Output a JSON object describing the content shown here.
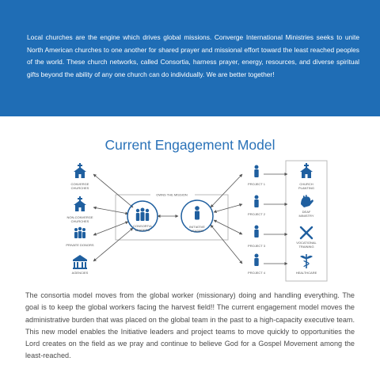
{
  "intro": {
    "text": "Local churches are the engine which drives global missions. Converge International Ministries seeks to unite North American churches to one another for shared prayer and missional effort toward the least reached peoples of the world. These church networks, called Consortia, harness prayer, energy, resources, and diverse spiritual gifts beyond the ability of any one church can do individually. We are better together!"
  },
  "diagram": {
    "title": "Current Engagement Model",
    "mission_label": "OWNS THE MISSION",
    "sources": [
      {
        "label_1": "CONVERGE",
        "label_2": "CHURCHES",
        "icon": "church-icon"
      },
      {
        "label_1": "NON-CONVERGE",
        "label_2": "CHURCHES",
        "icon": "church-icon"
      },
      {
        "label_1": "PRIVATE DONORS",
        "label_2": "",
        "icon": "donors-group-icon"
      },
      {
        "label_1": "AGENCIES",
        "label_2": "",
        "icon": "agency-building-icon"
      }
    ],
    "consortia": {
      "label_1": "CONSORTIA",
      "label_2": "LEADERS",
      "icon": "leaders-group-icon"
    },
    "initiative": {
      "label_1": "INITIATIVE",
      "label_2": "LEADER",
      "icon": "person-icon"
    },
    "projects": [
      {
        "label": "PROJECT 1"
      },
      {
        "label": "PROJECT 2"
      },
      {
        "label": "PROJECT 3"
      },
      {
        "label": "PROJECT 4"
      }
    ],
    "outcomes": [
      {
        "label_1": "CHURCH",
        "label_2": "PLANTING",
        "icon": "church-icon"
      },
      {
        "label_1": "DEAF",
        "label_2": "MINISTRY",
        "icon": "sign-language-icon"
      },
      {
        "label_1": "VOCATIONAL",
        "label_2": "TRAINING",
        "icon": "tools-icon"
      },
      {
        "label_1": "HEALTHCARE",
        "label_2": "",
        "icon": "caduceus-icon"
      }
    ],
    "colors": {
      "icon": "#1f5f9f",
      "arrow": "#555555",
      "box": "#bbbbbb",
      "title": "#2a72b8",
      "banner": "#1f6db5"
    }
  },
  "closing": {
    "text": "The consortia model moves from the global worker (missionary) doing and handling everything. The goal is to keep the global workers facing the harvest field!! The current engagement model moves the administrative burden that was placed on the global team in the past to a high-capacity executive team. This new model enables the Initiative leaders and project teams to move quickly to opportunities the Lord creates on the field as we pray and continue to believe God for a Gospel Movement among the least-reached."
  }
}
